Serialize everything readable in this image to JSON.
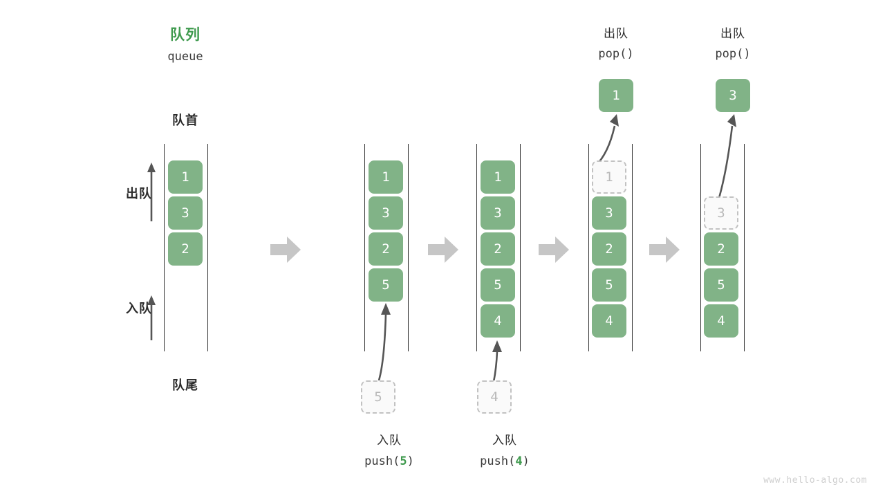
{
  "diagram": {
    "title_cn": "队列",
    "title_code": "queue",
    "head_label": "队首",
    "tail_label": "队尾",
    "dequeue_label": "出队",
    "enqueue_label": "入队",
    "watermark": "www.hello-algo.com",
    "accent_green": "#3f9a4e",
    "cell_green": "#81b387",
    "ghost_gray": "#b9b9b9",
    "rail_color": "#333333",
    "step_arrow_color": "#c6c6c6"
  },
  "panels": [
    {
      "id": "initial",
      "caption_cn": "",
      "caption_code": "",
      "cells": [
        {
          "value": "1",
          "state": "filled"
        },
        {
          "value": "3",
          "state": "filled"
        },
        {
          "value": "2",
          "state": "filled"
        }
      ],
      "floating": null,
      "popped": null
    },
    {
      "id": "push-5",
      "caption_cn": "入队",
      "caption_code_prefix": "push(",
      "caption_code_arg": "5",
      "caption_code_suffix": ")",
      "cells": [
        {
          "value": "1",
          "state": "filled"
        },
        {
          "value": "3",
          "state": "filled"
        },
        {
          "value": "2",
          "state": "filled"
        },
        {
          "value": "5",
          "state": "filled"
        }
      ],
      "floating": {
        "value": "5",
        "state": "ghost"
      },
      "popped": null
    },
    {
      "id": "push-4",
      "caption_cn": "入队",
      "caption_code_prefix": "push(",
      "caption_code_arg": "4",
      "caption_code_suffix": ")",
      "cells": [
        {
          "value": "1",
          "state": "filled"
        },
        {
          "value": "3",
          "state": "filled"
        },
        {
          "value": "2",
          "state": "filled"
        },
        {
          "value": "5",
          "state": "filled"
        },
        {
          "value": "4",
          "state": "filled"
        }
      ],
      "floating": {
        "value": "4",
        "state": "ghost"
      },
      "popped": null
    },
    {
      "id": "pop-1",
      "caption_cn": "出队",
      "caption_code_prefix": "pop(",
      "caption_code_arg": "",
      "caption_code_suffix": ")",
      "cells": [
        {
          "value": "1",
          "state": "ghost"
        },
        {
          "value": "3",
          "state": "filled"
        },
        {
          "value": "2",
          "state": "filled"
        },
        {
          "value": "5",
          "state": "filled"
        },
        {
          "value": "4",
          "state": "filled"
        }
      ],
      "floating": null,
      "popped": {
        "value": "1",
        "state": "filled"
      }
    },
    {
      "id": "pop-3",
      "caption_cn": "出队",
      "caption_code_prefix": "pop(",
      "caption_code_arg": "",
      "caption_code_suffix": ")",
      "cells": [
        {
          "value": "",
          "state": "empty"
        },
        {
          "value": "3",
          "state": "ghost"
        },
        {
          "value": "2",
          "state": "filled"
        },
        {
          "value": "5",
          "state": "filled"
        },
        {
          "value": "4",
          "state": "filled"
        }
      ],
      "floating": null,
      "popped": {
        "value": "3",
        "state": "filled"
      }
    }
  ],
  "step_arrows": [
    {
      "from": "initial",
      "to": "push-5"
    },
    {
      "from": "push-5",
      "to": "push-4"
    },
    {
      "from": "push-4",
      "to": "pop-1"
    },
    {
      "from": "pop-1",
      "to": "pop-3"
    }
  ]
}
